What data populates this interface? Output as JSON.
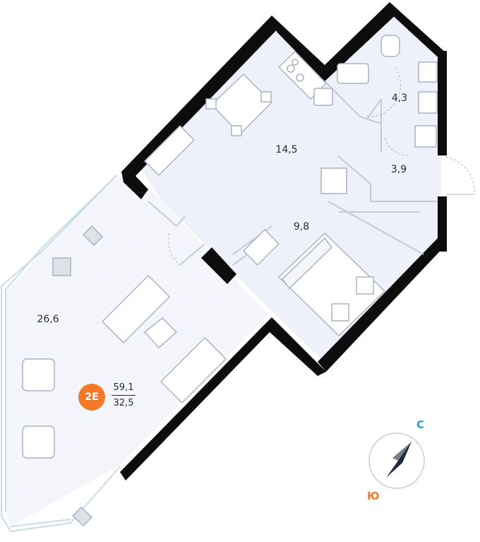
{
  "apartment": {
    "badge": "2E",
    "total_area": "59,1",
    "living_area": "32,5"
  },
  "rooms": [
    {
      "id": "living",
      "area": "26,6"
    },
    {
      "id": "kitchen",
      "area": "14,5"
    },
    {
      "id": "bedroom",
      "area": "9,8"
    },
    {
      "id": "bathroom",
      "area": "4,3"
    },
    {
      "id": "hall",
      "area": "3,9"
    }
  ],
  "compass": {
    "north": "С",
    "south": "Ю"
  },
  "colors": {
    "wall": "#0d0d0d",
    "floor": "#eef1f9",
    "furniture_stroke": "#a9b3c2",
    "badge": "#f07a2a",
    "north": "#1ea6d6",
    "south": "#f07a2a"
  }
}
